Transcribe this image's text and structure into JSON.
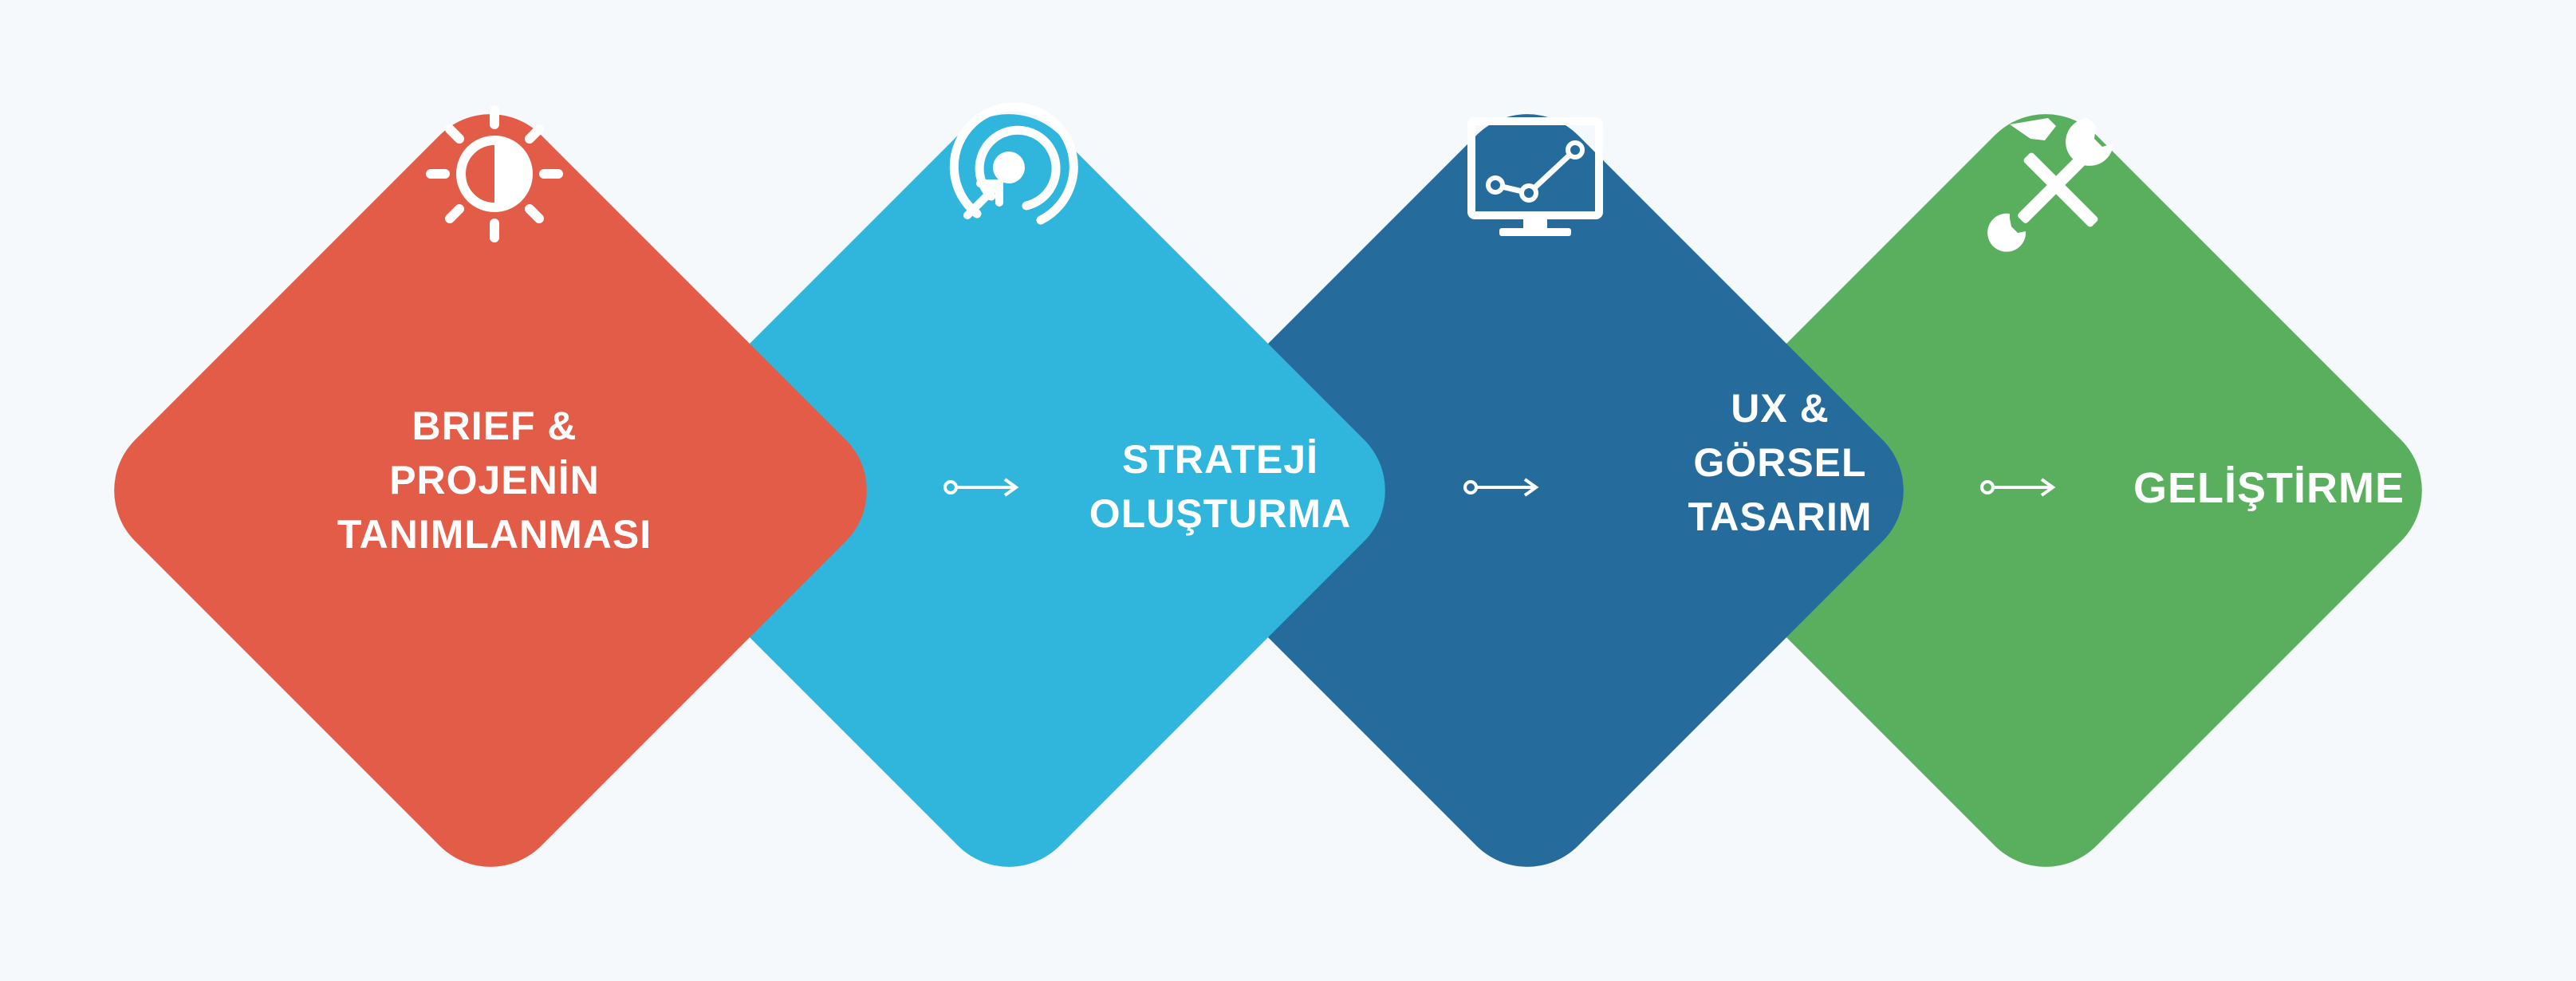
{
  "colors": {
    "background": "#f5f9fc",
    "step1": "#e35c47",
    "step2": "#30b5dc",
    "step3": "#256c9c",
    "step4": "#5aaf5e",
    "text": "#ffffff"
  },
  "steps": [
    {
      "icon": "sun-half-icon",
      "lines": [
        "BRIEF &",
        "PROJENİN",
        "TANIMLANMASI"
      ]
    },
    {
      "icon": "target-icon",
      "lines": [
        "STRATEJİ",
        "OLUŞTURMA"
      ]
    },
    {
      "icon": "monitor-chart-icon",
      "lines": [
        "UX &",
        "GÖRSEL",
        "TASARIM"
      ]
    },
    {
      "icon": "hammer-wrench-icon",
      "lines": [
        "GELİŞTİRME"
      ]
    }
  ],
  "connectors": [
    "arrow-right-icon",
    "arrow-right-icon",
    "arrow-right-icon"
  ]
}
